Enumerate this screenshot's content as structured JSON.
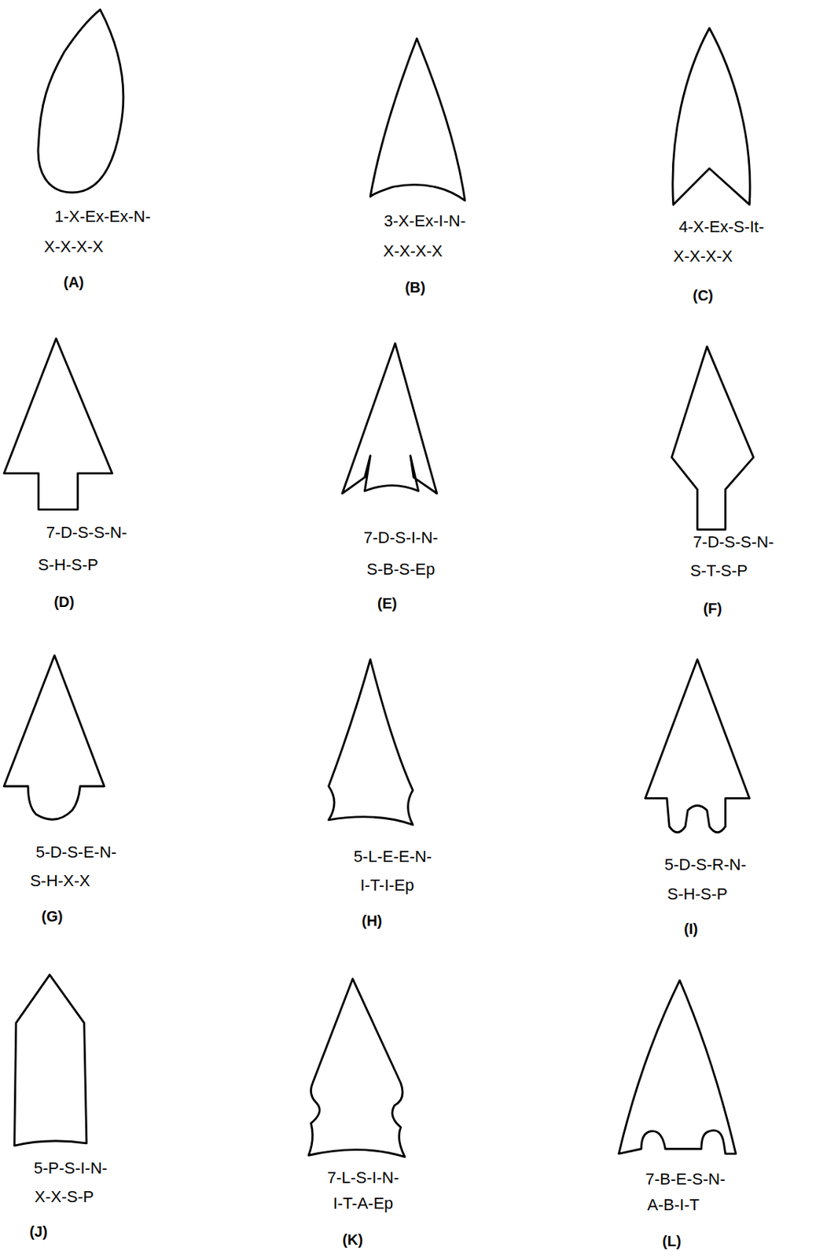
{
  "diagram": {
    "labels": [
      "1-X-Ex-Ex-N-",
      "X-X-X-X",
      "(A)",
      "3-X-Ex-I-N-",
      "X-X-X-X",
      "(B)",
      "4-X-Ex-S-It-",
      "X-X-X-X",
      "(C)",
      "7-D-S-S-N-",
      "S-H-S-P",
      "(D)",
      "7-D-S-I-N-",
      "S-B-S-Ep",
      "(E)",
      "7-D-S-S-N-",
      "S-T-S-P",
      "(F)",
      "5-D-S-E-N-",
      "S-H-X-X",
      "(G)",
      "5-L-E-E-N-",
      "I-T-I-Ep",
      "(H)",
      "5-D-S-R-N-",
      "S-H-S-P",
      "(I)",
      "5-P-S-I-N-",
      "X-X-S-P",
      "(J)",
      "7-L-S-I-N-",
      "I-T-A-Ep",
      "(K)",
      "7-B-E-S-N-",
      "A-B-I-T",
      "(L)"
    ]
  }
}
